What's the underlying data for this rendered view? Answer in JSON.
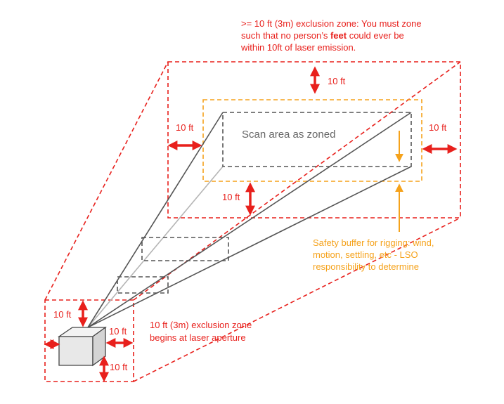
{
  "top_note": {
    "line1": ">= 10 ft (3m) exclusion zone: You must zone",
    "line2_pre": "such that no person’s ",
    "line2_bold": "feet",
    "line2_post": " could ever be",
    "line3": "within 10ft of laser emission."
  },
  "scan_area_label": "Scan area as zoned",
  "distance_labels": {
    "top": "10 ft",
    "left": "10 ft",
    "right": "10 ft",
    "bottom": "10 ft",
    "proj_top": "10 ft",
    "proj_right": "10 ft",
    "proj_bottom": "10 ft"
  },
  "safety_buffer_note": {
    "line1": "Safety buffer for rigging: wind,",
    "line2": "motion, settling, etc - LSO",
    "line3": "responsibility to determine"
  },
  "aperture_note": {
    "line1": "10 ft (3m) exclusion zone",
    "line2": "begins at laser aperture"
  },
  "colors": {
    "exclusion_zone": "#e8201c",
    "safety_buffer": "#f5a21b",
    "scan_area": "#555555"
  }
}
